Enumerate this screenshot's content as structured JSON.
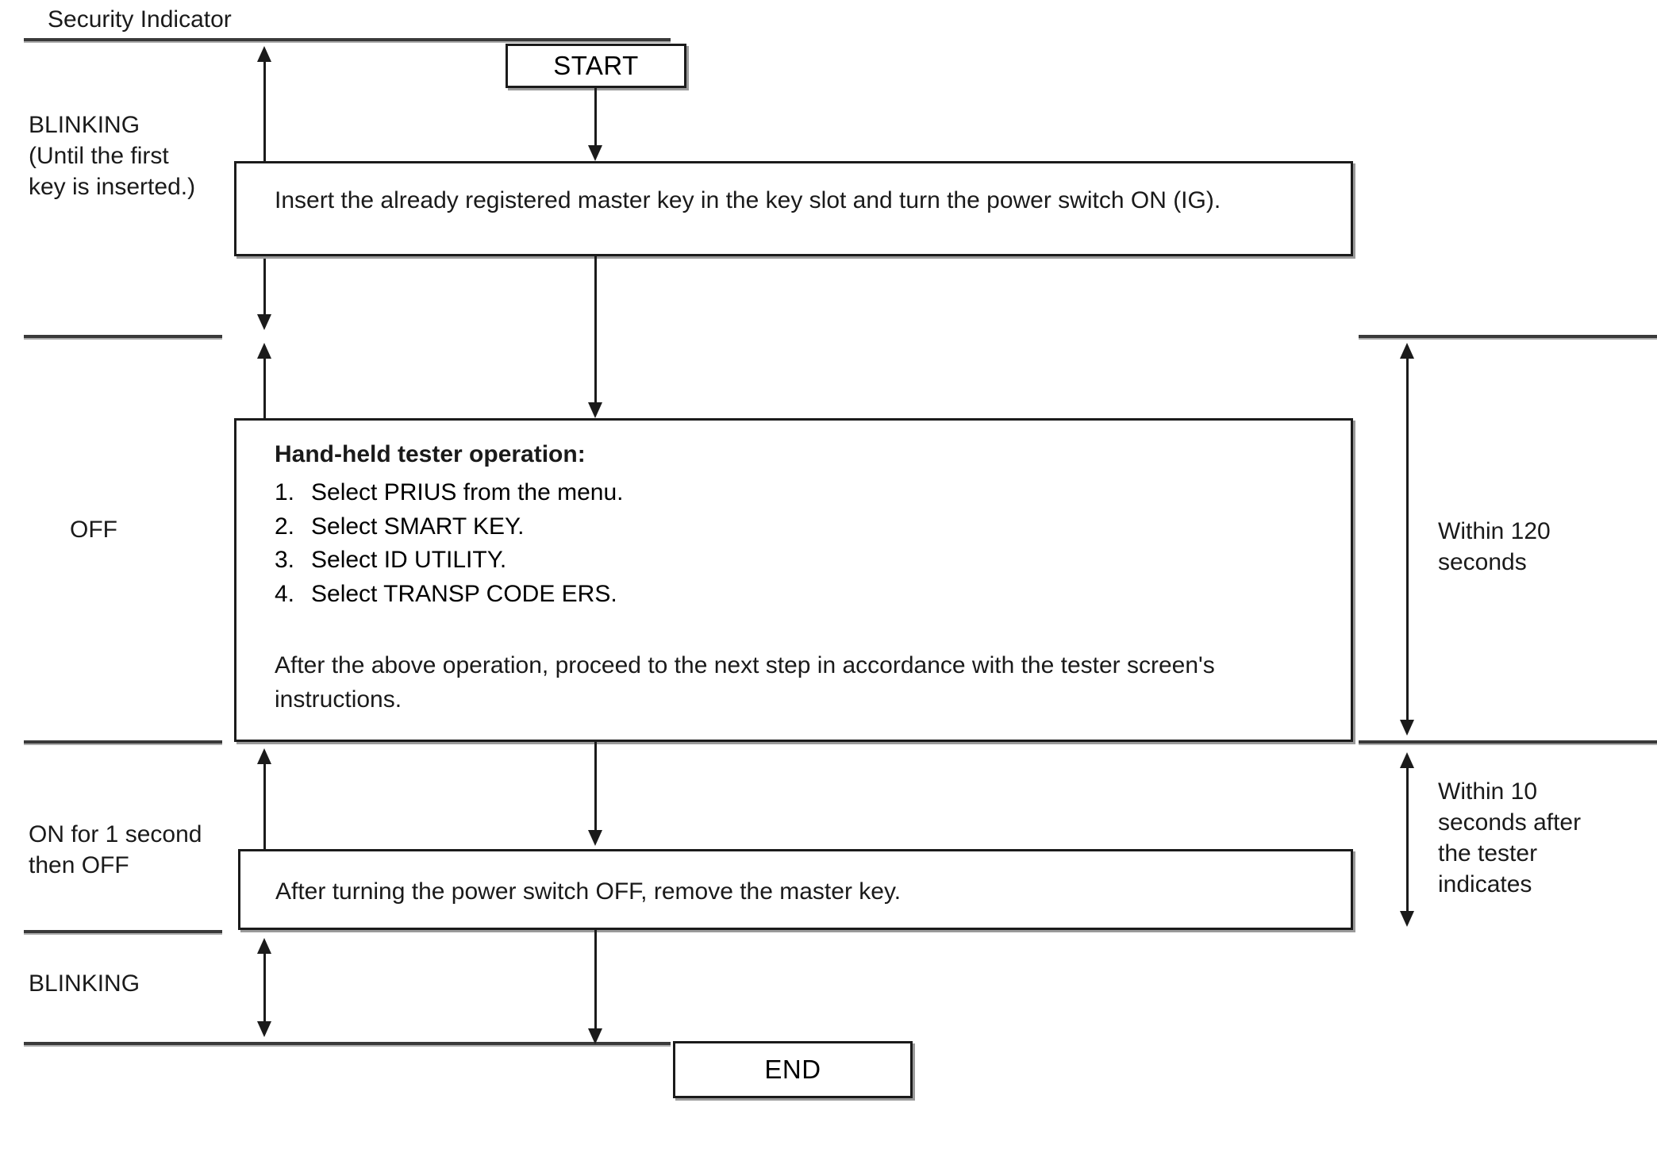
{
  "diagram": {
    "title": "Security Indicator",
    "left_axis_label": "Security Indicator",
    "states": [
      {
        "id": "blinking-first",
        "text": "BLINKING\n(Until the first\nkey is inserted.)"
      },
      {
        "id": "off",
        "text": "OFF"
      },
      {
        "id": "on-1s-off",
        "text": "ON for 1 second\nthen OFF"
      },
      {
        "id": "blinking-end",
        "text": "BLINKING"
      }
    ],
    "timings": [
      {
        "id": "within-120",
        "text": "Within 120\nseconds"
      },
      {
        "id": "within-10",
        "text": "Within 10\nseconds after\nthe tester\nindicates"
      }
    ],
    "nodes": {
      "start": {
        "label": "START"
      },
      "end": {
        "label": "END"
      },
      "step1": {
        "text": "Insert the already registered master key in the key slot and turn the power switch ON (IG)."
      },
      "step2": {
        "heading": "Hand-held tester operation:",
        "items": [
          {
            "num": "1.",
            "text": "Select PRIUS from the menu."
          },
          {
            "num": "2.",
            "text": "Select SMART KEY."
          },
          {
            "num": "3.",
            "text": "Select ID UTILITY."
          },
          {
            "num": "4.",
            "text": "Select TRANSP CODE ERS."
          }
        ],
        "footer": "After the above operation, proceed to the next step in accordance with the tester screen's instructions."
      },
      "step3": {
        "text": "After turning the power switch OFF, remove the master key."
      }
    },
    "colors": {
      "ink": "#1a1a1a",
      "rule": "#3a3a3a",
      "shadow": "#9a9a9a",
      "background": "#ffffff"
    }
  }
}
